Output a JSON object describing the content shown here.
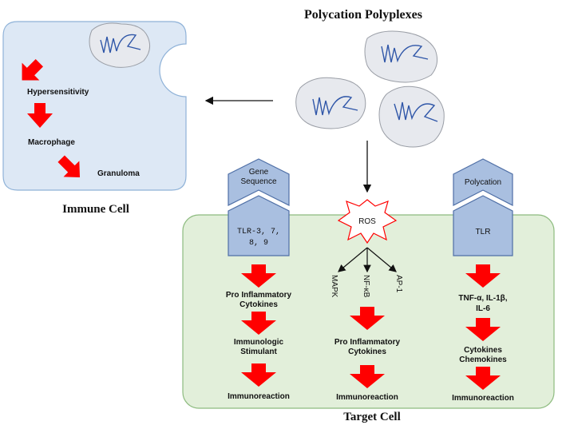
{
  "title": "Polycation Polyplexes",
  "immune_cell": {
    "label": "Immune Cell",
    "steps": [
      "Hypersensitivity",
      "Macrophage",
      "Granuloma"
    ]
  },
  "target_cell": {
    "label": "Target Cell",
    "left_column": {
      "house_label_lines": [
        "Gene",
        "Sequence"
      ],
      "receptor_lines": [
        "TLR-3, 7,",
        "8, 9"
      ],
      "step1_lines": [
        "Pro Inflammatory",
        "Cytokines"
      ],
      "step2_lines": [
        "Immunologic",
        "Stimulant"
      ],
      "result": "Immunoreaction"
    },
    "middle_column": {
      "burst_label": "ROS",
      "pathways": [
        "MAPK",
        "NF-κB",
        "AP-1"
      ],
      "step_lines": [
        "Pro Inflammatory",
        "Cytokines"
      ],
      "result": "Immunoreaction"
    },
    "right_column": {
      "house_label": "Polycation",
      "receptor_label": "TLR",
      "step1_lines": [
        "TNF-α, IL-1β,",
        "IL-6"
      ],
      "step2_lines": [
        "Cytokines",
        "Chemokines"
      ],
      "result": "Immunoreaction"
    }
  },
  "colors": {
    "arrow_red": "#ff0000",
    "immune_fill": "#dde8f5",
    "immune_stroke": "#8fb2d8",
    "target_fill": "#e2efda",
    "target_stroke": "#8dbb7f",
    "receptor_fill": "#a9bfe0",
    "receptor_stroke": "#4f6fa6",
    "polyplex_fill": "#e7e9ee",
    "strand": "#2f56a8"
  }
}
